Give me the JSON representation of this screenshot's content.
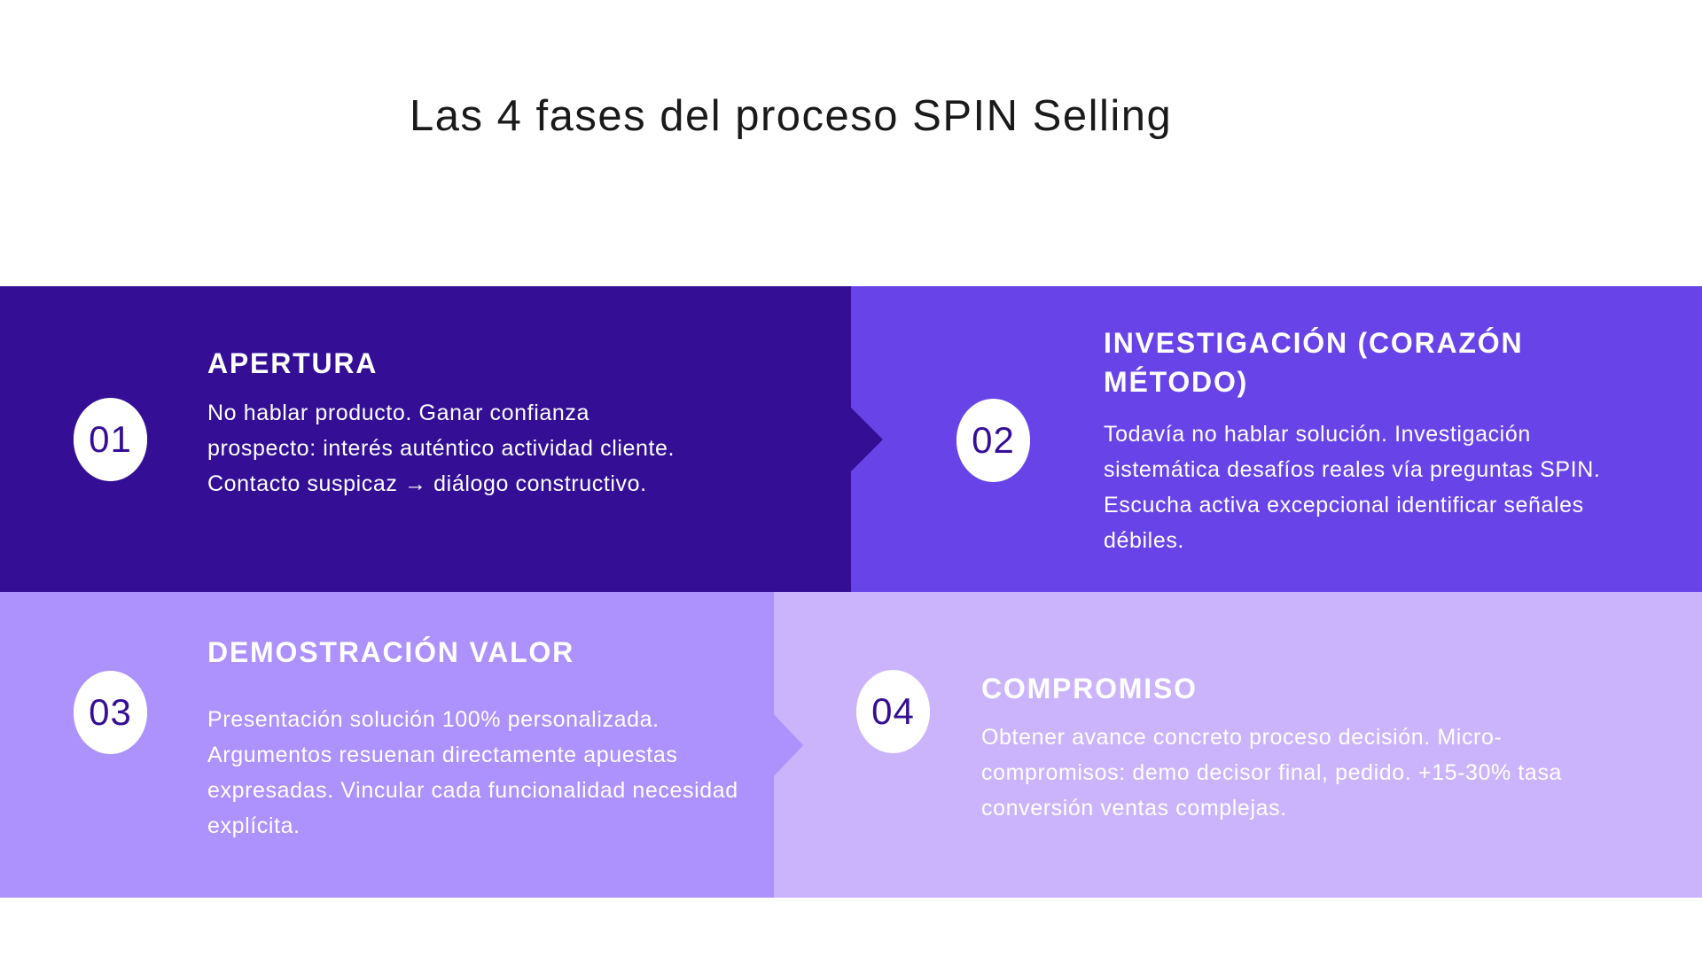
{
  "title": "Las 4 fases del proceso SPIN Selling",
  "colors": {
    "phase1": "#340f96",
    "phase2": "#6844e8",
    "phase3": "#ad91fc",
    "phase4": "#cbb4fc",
    "badge_text": "#340f96",
    "text": "#ffffff"
  },
  "phases": [
    {
      "number": "01",
      "heading": "APERTURA",
      "body": "No hablar producto. Ganar confianza prospecto: interés auténtico actividad cliente. Contacto suspicaz → diálogo constructivo."
    },
    {
      "number": "02",
      "heading": "INVESTIGACIÓN (CORAZÓN MÉTODO)",
      "body": "Todavía no hablar solución. Investigación sistemática desafíos reales vía preguntas SPIN. Escucha activa excepcional identificar señales débiles."
    },
    {
      "number": "03",
      "heading": "DEMOSTRACIÓN VALOR",
      "body": "Presentación solución 100% personalizada. Argumentos resuenan directamente apuestas expresadas. Vincular cada funcionalidad necesidad explícita."
    },
    {
      "number": "04",
      "heading": "COMPROMISO",
      "body": "Obtener avance concreto proceso decisión. Micro-compromisos: demo decisor final, pedido. +15-30% tasa conversión ventas complejas."
    }
  ]
}
